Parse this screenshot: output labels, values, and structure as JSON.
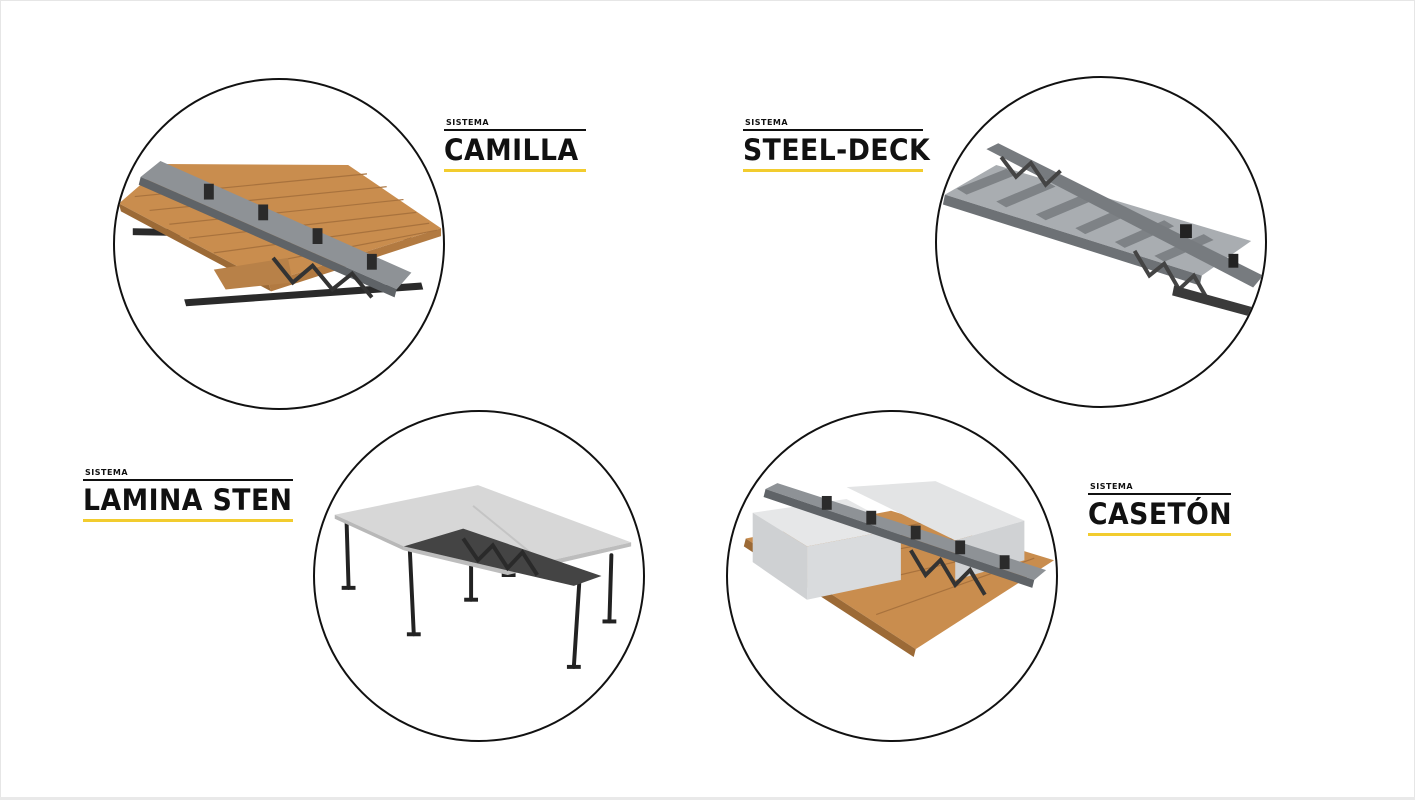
{
  "systems": [
    {
      "kicker": "SISTEMA",
      "title": "CAMILLA"
    },
    {
      "kicker": "SISTEMA",
      "title": "STEEL-DECK"
    },
    {
      "kicker": "SISTEMA",
      "title": "LAMINA STEN"
    },
    {
      "kicker": "SISTEMA",
      "title": "CASETÓN"
    }
  ],
  "colors": {
    "accent_yellow": "#f2cc2e",
    "ink": "#111111",
    "wood": "#c98d4e",
    "steel": "#8e9296",
    "panel": "#d7d7d7"
  }
}
